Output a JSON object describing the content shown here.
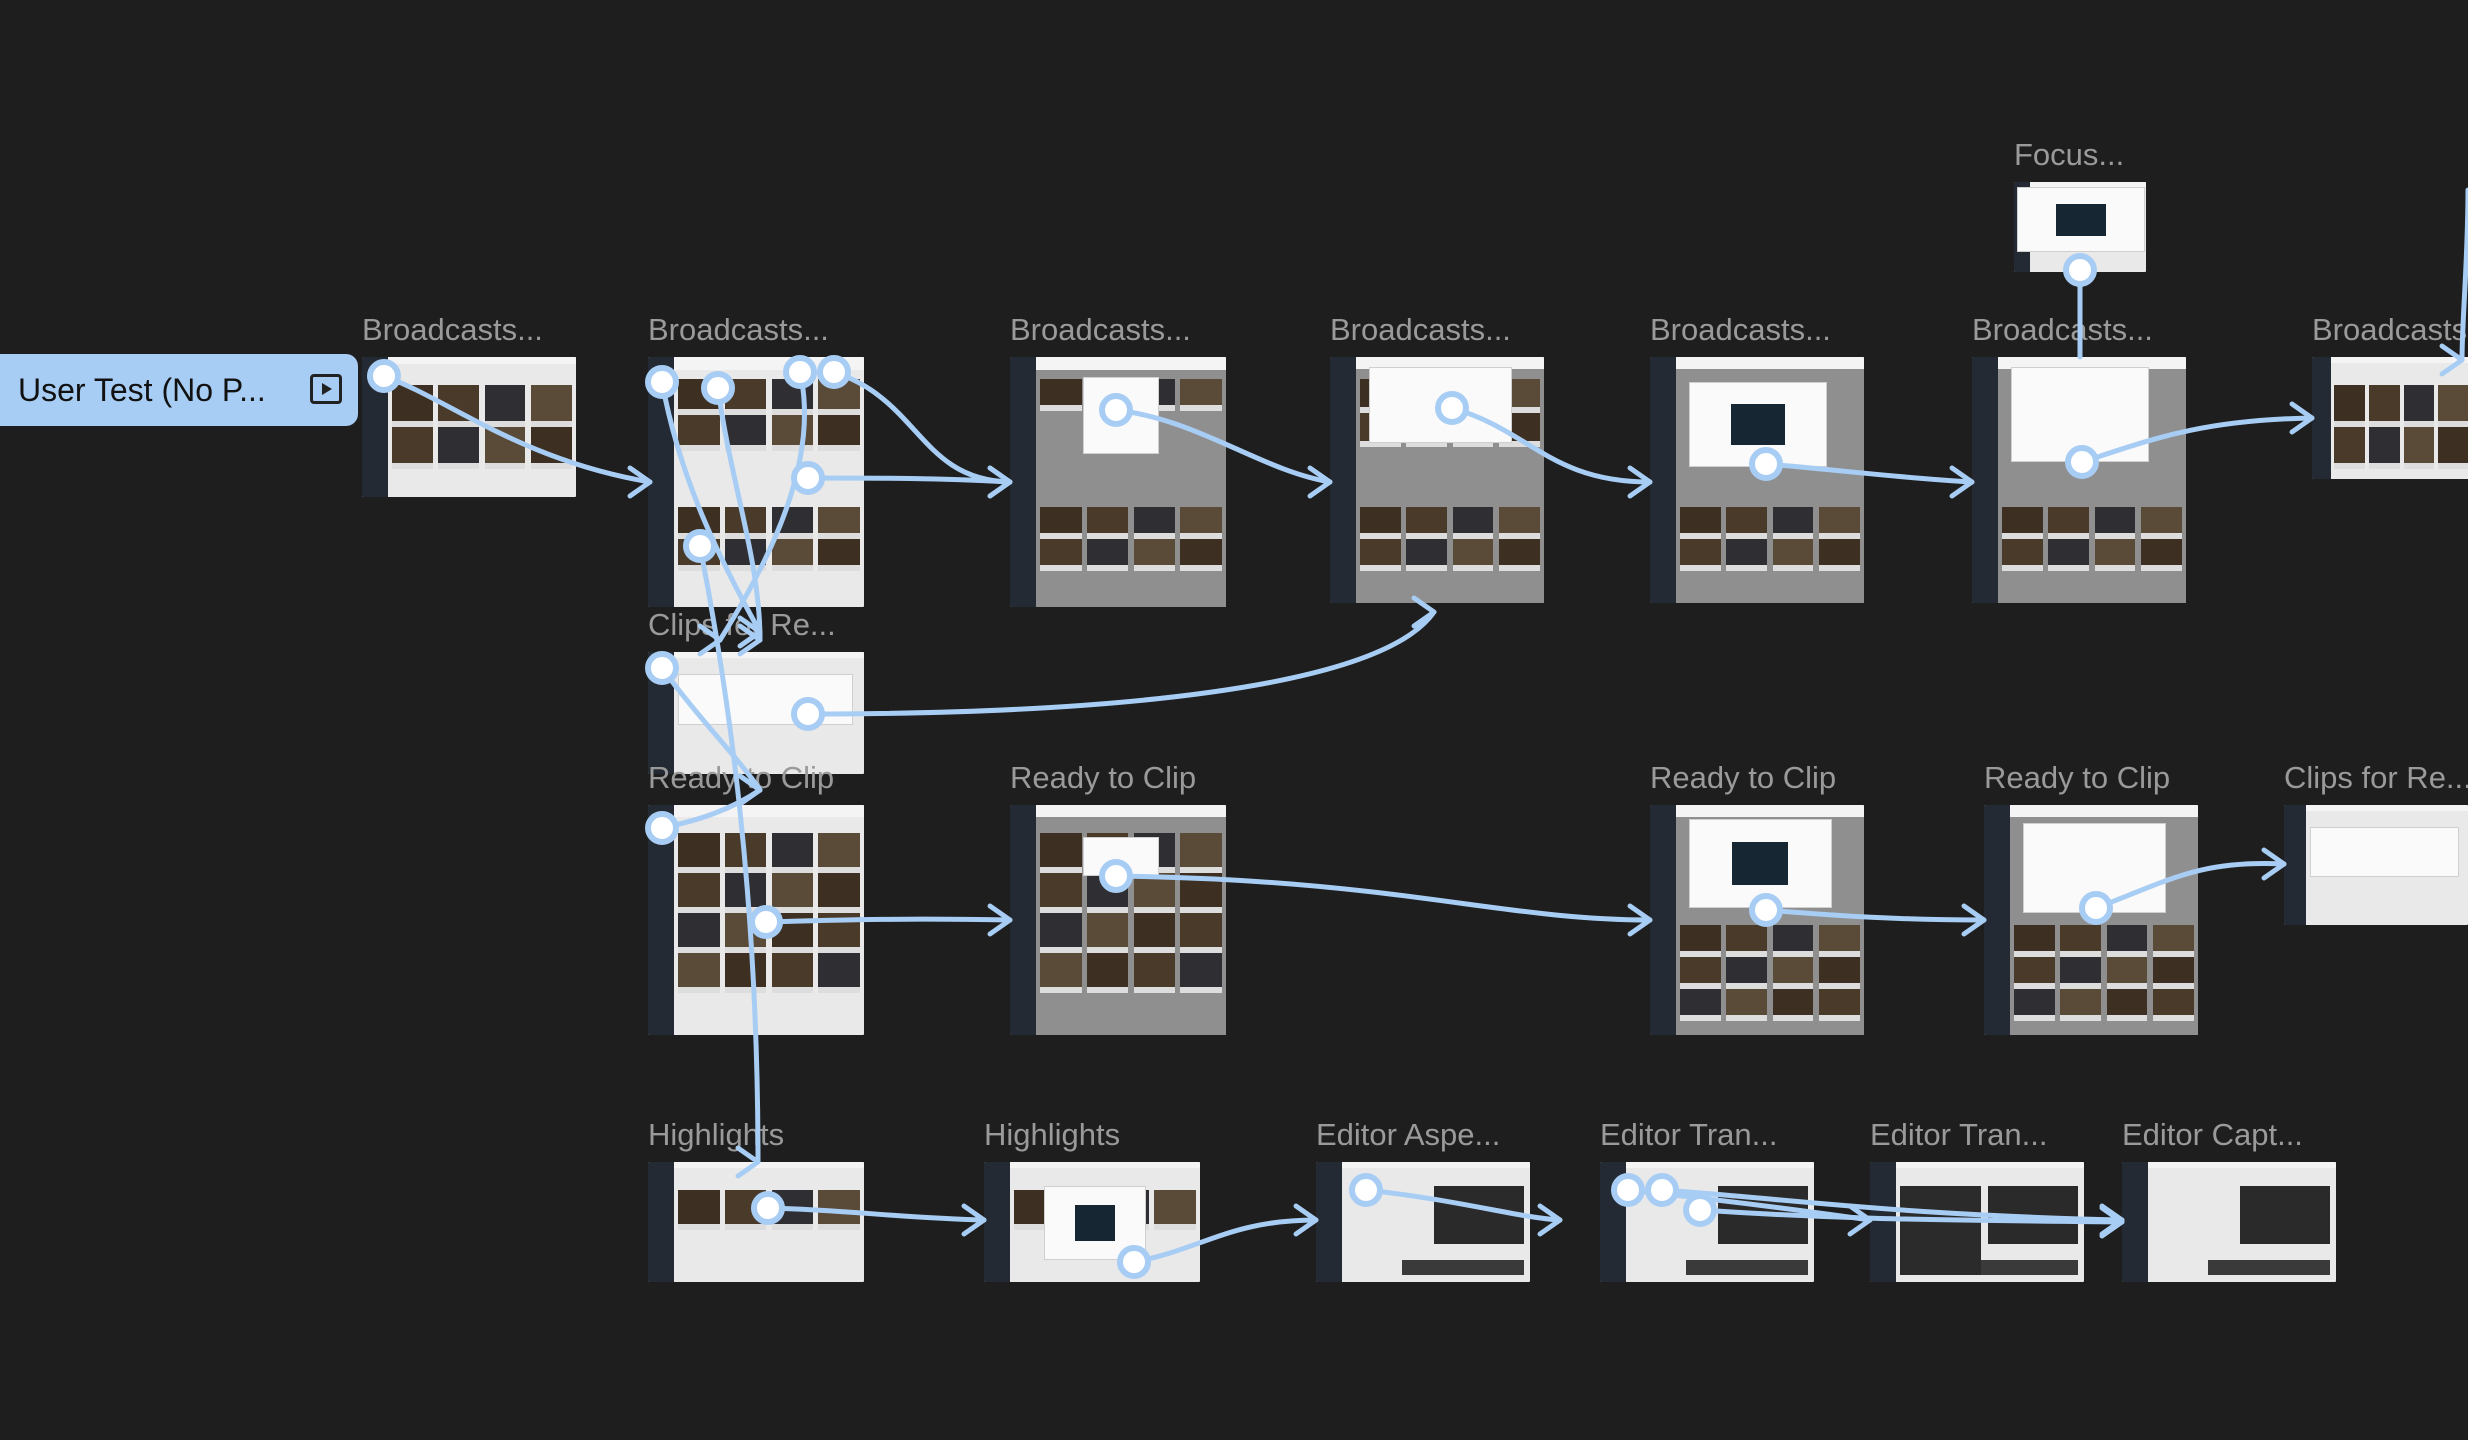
{
  "flow_start": {
    "label": "User Test (No P...",
    "icon": "prototype-play-icon"
  },
  "frames": [
    {
      "id": "f1",
      "label": "Broadcasts..."
    },
    {
      "id": "f2",
      "label": "Broadcasts..."
    },
    {
      "id": "f3",
      "label": "Broadcasts..."
    },
    {
      "id": "f4",
      "label": "Broadcasts..."
    },
    {
      "id": "f5",
      "label": "Broadcasts..."
    },
    {
      "id": "f6",
      "label": "Broadcasts..."
    },
    {
      "id": "f7",
      "label": "Broadcasts"
    },
    {
      "id": "f8",
      "label": "Focus..."
    },
    {
      "id": "f9",
      "label": "Clips for Re..."
    },
    {
      "id": "f10",
      "label": "Ready to Clip"
    },
    {
      "id": "f11",
      "label": "Ready to Clip"
    },
    {
      "id": "f12",
      "label": "Ready to Clip"
    },
    {
      "id": "f13",
      "label": "Ready to Clip"
    },
    {
      "id": "f14",
      "label": "Clips for Re..."
    },
    {
      "id": "f15",
      "label": "Highlights"
    },
    {
      "id": "f16",
      "label": "Highlights"
    },
    {
      "id": "f17",
      "label": "Editor Aspe..."
    },
    {
      "id": "f18",
      "label": "Editor Tran..."
    },
    {
      "id": "f19",
      "label": "Editor Tran..."
    },
    {
      "id": "f20",
      "label": "Editor Capt..."
    }
  ],
  "colors": {
    "canvas": "#1e1e1e",
    "connector": "#a8cdf5",
    "label": "#9a9a9a"
  }
}
